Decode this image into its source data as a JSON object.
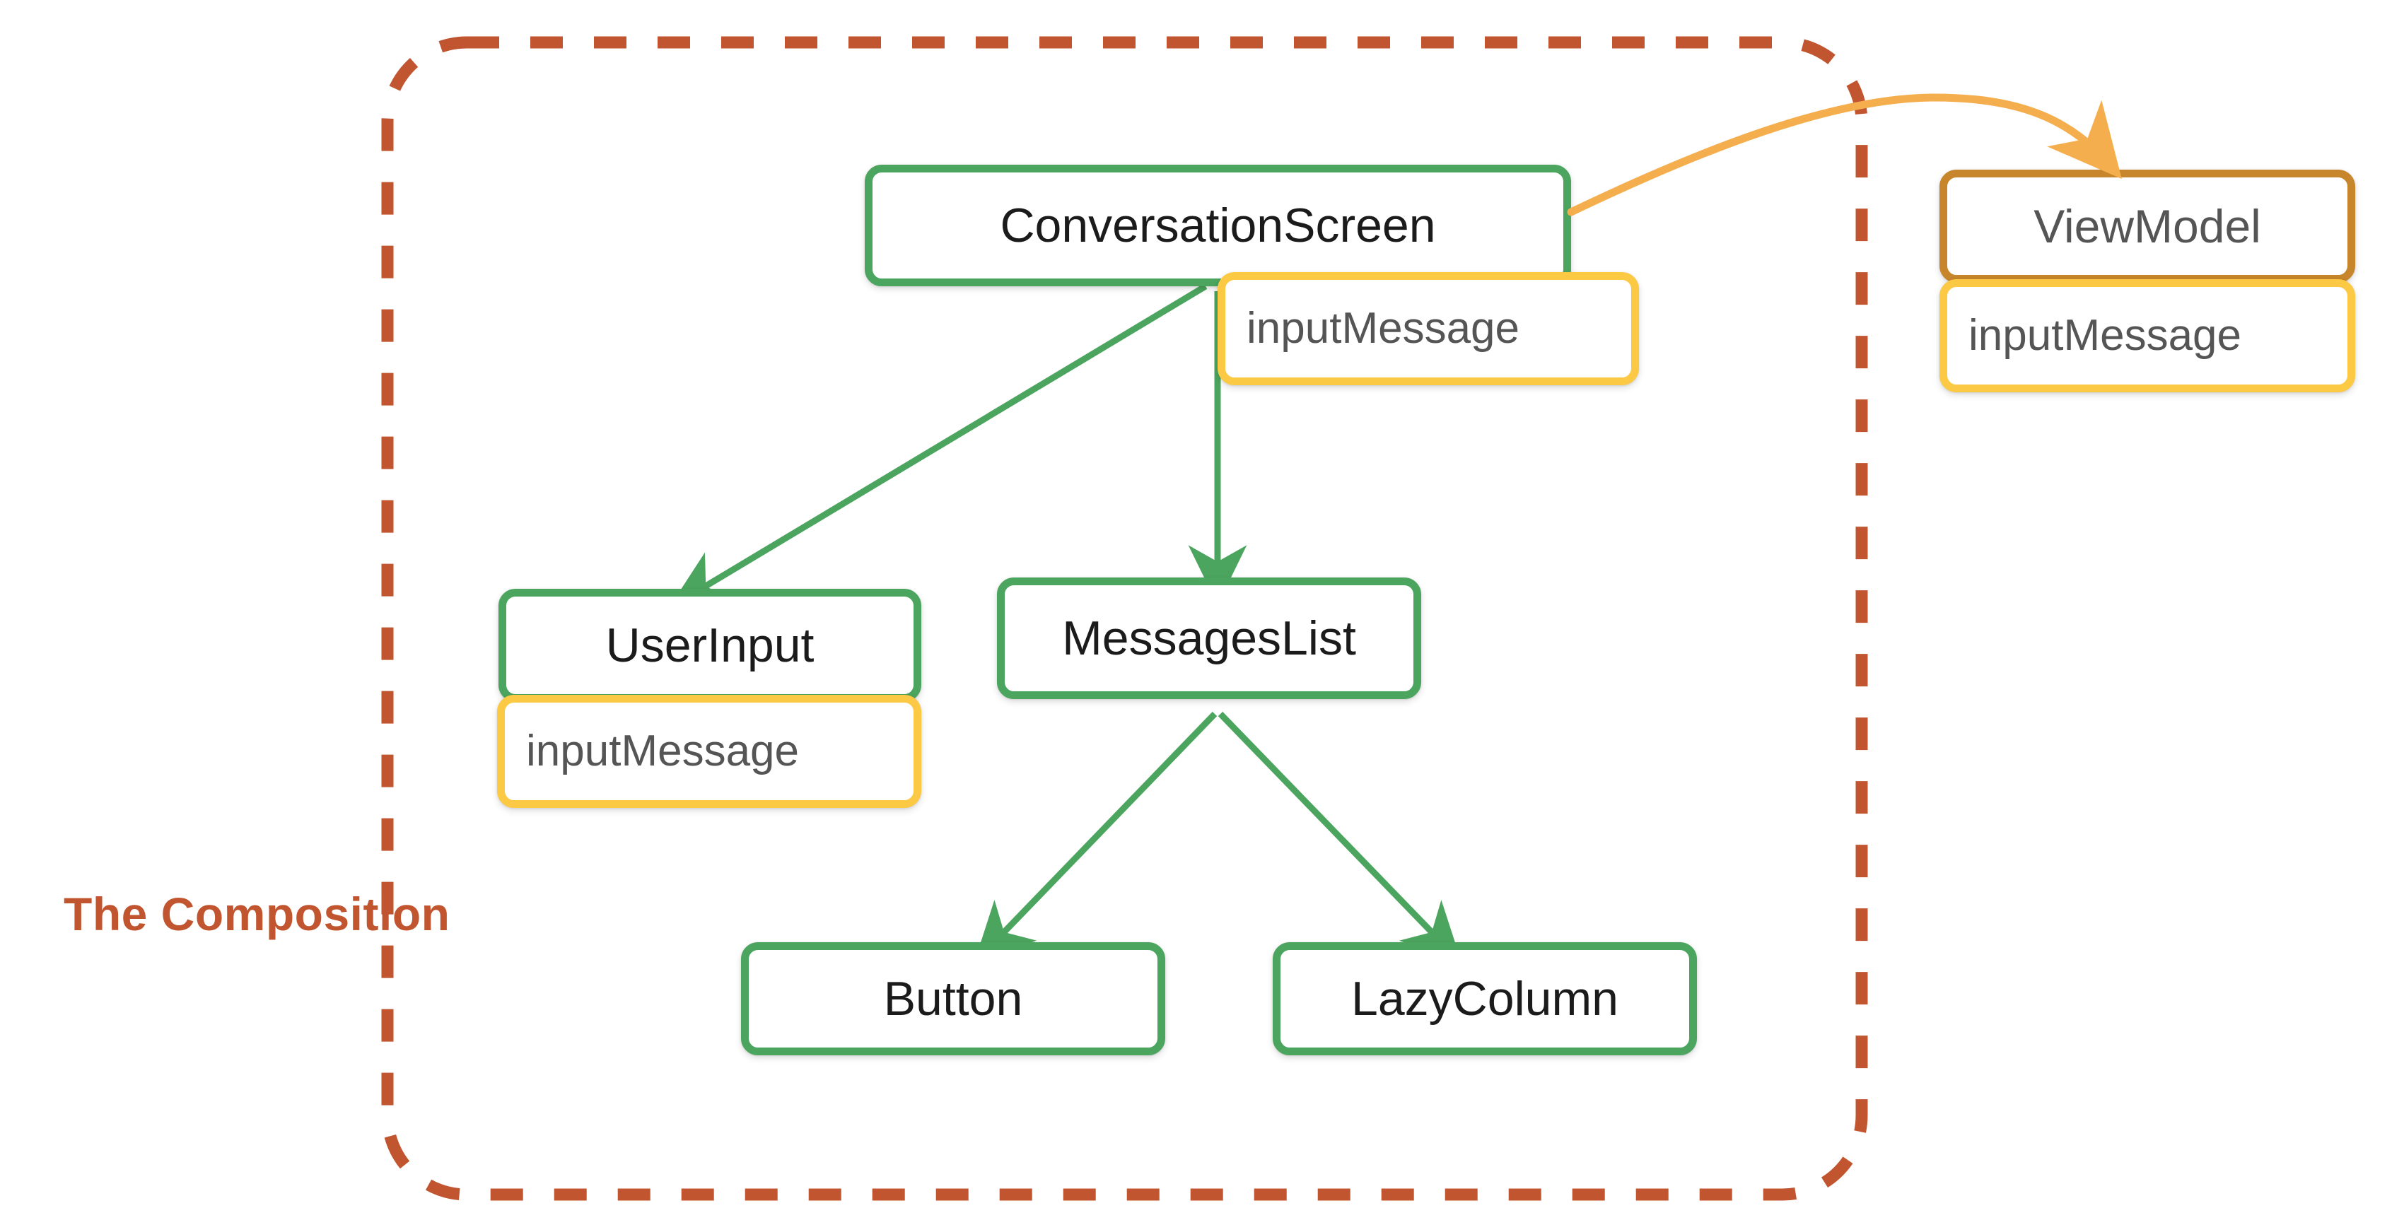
{
  "diagram": {
    "title_caption": "The Composition",
    "colors": {
      "composable_border": "#4CA55E",
      "state_border": "#FBC944",
      "viewmodel_border": "#C7862B",
      "boundary_dash": "#C0552F",
      "arrow_green": "#4CA55E",
      "arrow_orange": "#F5AE4D",
      "node_label": "#1b1b1b",
      "state_label": "#555555",
      "background": "#ffffff"
    },
    "boundary": {
      "label": "The Composition",
      "style": "dashed",
      "corner_radius": 110
    },
    "nodes": [
      {
        "id": "conversation-screen",
        "label": "ConversationScreen",
        "kind": "composable"
      },
      {
        "id": "user-input",
        "label": "UserInput",
        "kind": "composable"
      },
      {
        "id": "messages-list",
        "label": "MessagesList",
        "kind": "composable"
      },
      {
        "id": "button",
        "label": "Button",
        "kind": "composable"
      },
      {
        "id": "lazy-column",
        "label": "LazyColumn",
        "kind": "composable"
      },
      {
        "id": "view-model",
        "label": "ViewModel",
        "kind": "viewmodel"
      }
    ],
    "state_chips": [
      {
        "id": "state-conversation-screen",
        "label": "inputMessage",
        "owner": "ConversationScreen"
      },
      {
        "id": "state-user-input",
        "label": "inputMessage",
        "owner": "UserInput"
      },
      {
        "id": "state-view-model",
        "label": "inputMessage",
        "owner": "ViewModel"
      }
    ],
    "edges": [
      {
        "from": "ConversationScreen",
        "to": "UserInput",
        "color": "green"
      },
      {
        "from": "ConversationScreen",
        "to": "MessagesList",
        "color": "green"
      },
      {
        "from": "MessagesList",
        "to": "Button",
        "color": "green"
      },
      {
        "from": "MessagesList",
        "to": "LazyColumn",
        "color": "green"
      },
      {
        "from": "ConversationScreen",
        "to": "ViewModel",
        "color": "orange"
      }
    ]
  }
}
